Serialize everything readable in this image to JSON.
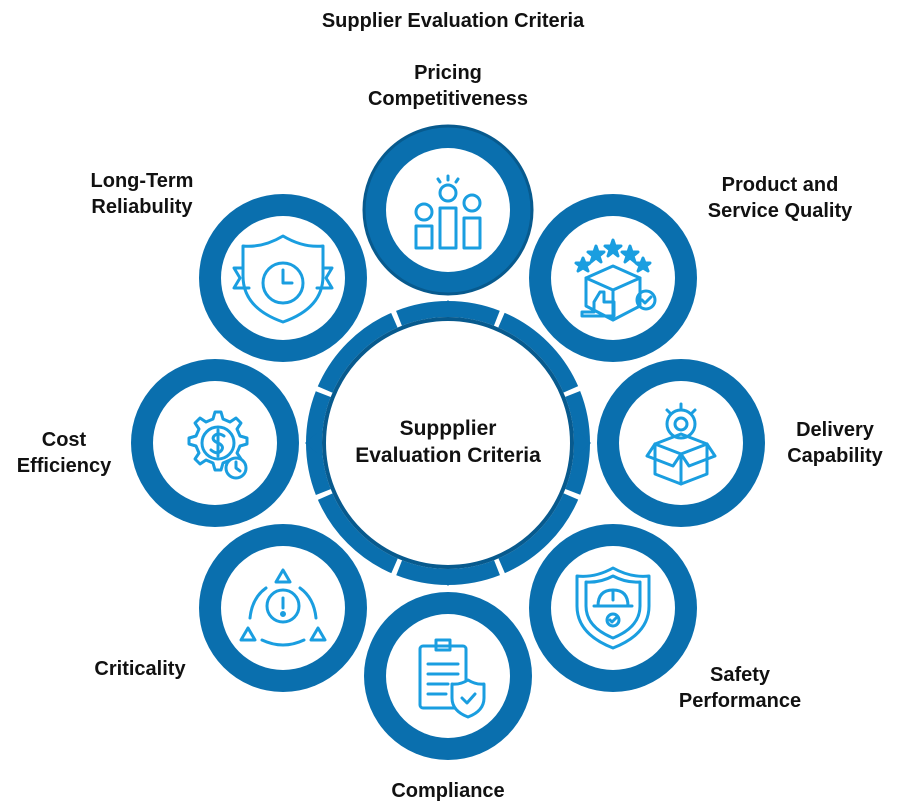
{
  "title": "Supplier Evaluation Criteria",
  "center": {
    "line1": "Suppplier",
    "line2": "Evaluation Criteria"
  },
  "colors": {
    "ring": "#0a6fae",
    "ring_dark": "#075a8e",
    "icon": "#1a9ee0",
    "bead": "#ffffff"
  },
  "criteria": [
    {
      "id": "pricing",
      "line1": "Pricing",
      "line2": "Competitiveness",
      "icon": "coins-bar-chart-icon"
    },
    {
      "id": "quality",
      "line1": "Product and",
      "line2": "Service Quality",
      "icon": "box-stars-thumbs-up-icon"
    },
    {
      "id": "delivery",
      "line1": "Delivery",
      "line2": "Capability",
      "icon": "open-box-gear-icon"
    },
    {
      "id": "safety",
      "line1": "Safety",
      "line2": "Performance",
      "icon": "shield-hard-hat-icon"
    },
    {
      "id": "compliance",
      "line1": "Compliance",
      "line2": "",
      "icon": "clipboard-shield-check-icon"
    },
    {
      "id": "criticality",
      "line1": "Criticality",
      "line2": "",
      "icon": "warning-triangle-exclamation-icon"
    },
    {
      "id": "cost",
      "line1": "Cost",
      "line2": "Efficiency",
      "icon": "gear-dollar-clock-icon"
    },
    {
      "id": "reliability",
      "line1": "Long-Term",
      "line2": "Reliabulity",
      "icon": "shield-clock-ribbon-icon"
    }
  ]
}
